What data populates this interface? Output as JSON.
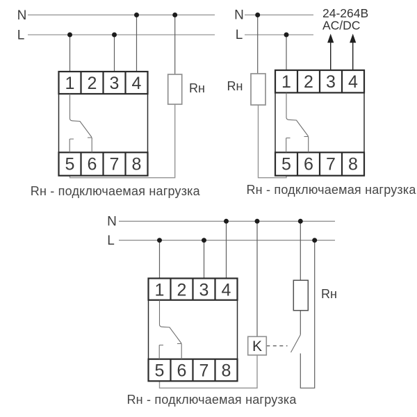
{
  "colors": {
    "background": "#ffffff",
    "outline": "#2b2b2b",
    "bus_wire": "#7b7b7b",
    "load_wire": "#949494",
    "junction_dot": "#1c1c1c",
    "text": "#3c3c3c"
  },
  "diagram1": {
    "neutral_label": "N",
    "line_label": "L",
    "load_label": "Rн",
    "terminals_top": [
      "1",
      "2",
      "3",
      "4"
    ],
    "terminals_bottom": [
      "5",
      "6",
      "7",
      "8"
    ],
    "caption": "Rн - подключаемая нагрузка"
  },
  "diagram2": {
    "neutral_label": "N",
    "line_label": "L",
    "load_label": "Rн",
    "supply_voltage": "24-264В",
    "supply_type": "AC/DC",
    "terminals_top": [
      "1",
      "2",
      "3",
      "4"
    ],
    "terminals_bottom": [
      "5",
      "6",
      "7",
      "8"
    ],
    "caption": "Rн - подключаемая нагрузка"
  },
  "diagram3": {
    "neutral_label": "N",
    "line_label": "L",
    "load_label": "Rн",
    "contactor_label": "K",
    "terminals_top": [
      "1",
      "2",
      "3",
      "4"
    ],
    "terminals_bottom": [
      "5",
      "6",
      "7",
      "8"
    ],
    "caption": "Rн - подключаемая нагрузка"
  }
}
